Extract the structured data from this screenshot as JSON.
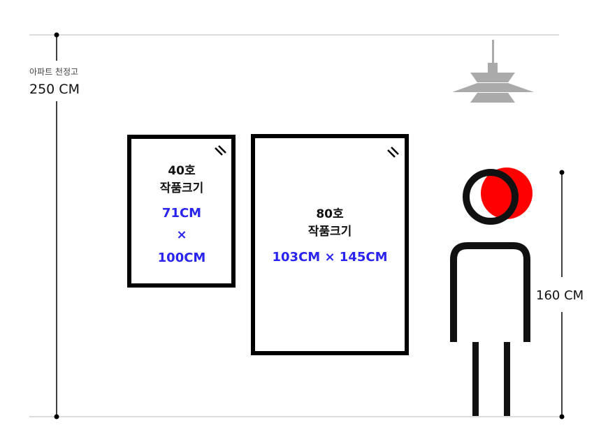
{
  "ceiling": {
    "label": "아파트 천정고",
    "value": "250 CM"
  },
  "frame_40": {
    "title": "40호",
    "subtitle": "작품크기",
    "width": "71CM",
    "times": "×",
    "height": "100CM"
  },
  "frame_80": {
    "title": "80호",
    "subtitle": "작품크기",
    "size": "103CM × 145CM"
  },
  "person": {
    "height": "160 CM"
  },
  "colors": {
    "frame": "#000000",
    "size_text": "#2a24f0",
    "head_accent": "#ff0000",
    "lamp": "#aaaaaa",
    "line": "#bbbbbb"
  }
}
